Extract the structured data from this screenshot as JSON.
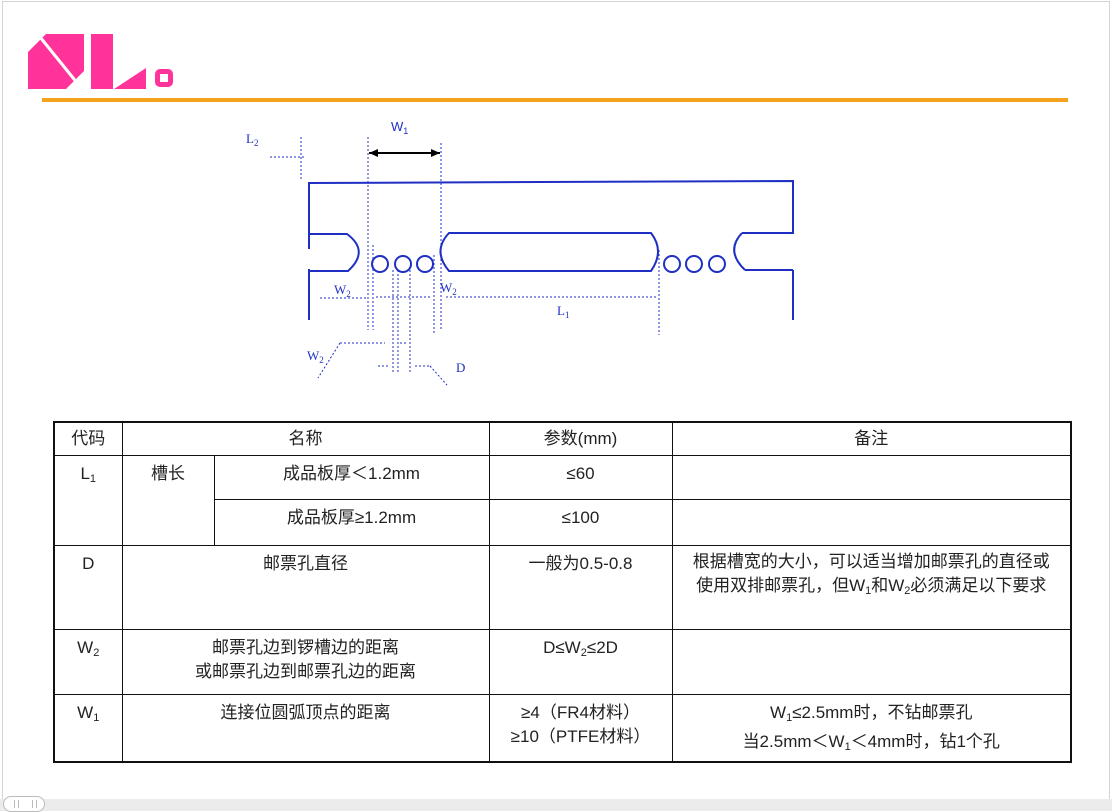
{
  "logo": {
    "text": "SL",
    "brand_color": "#ff3399",
    "rule_color": "#f2a21c"
  },
  "diagram": {
    "labels": {
      "w1": "W",
      "w1_sub": "1",
      "l2": "L",
      "l2_sub": "2",
      "w2a": "W",
      "w2a_sub": "2",
      "w2b": "W",
      "w2b_sub": "2",
      "w2c": "W",
      "w2c_sub": "2",
      "l1": "L",
      "l1_sub": "1",
      "d": "D"
    },
    "color": "#1f2fc4"
  },
  "table": {
    "headers": [
      "代码",
      "名称",
      "参数(mm)",
      "备注"
    ],
    "rows": [
      {
        "code": "L",
        "code_sub": "1",
        "name": "槽长",
        "sub1": "成品板厚＜1.2mm",
        "param1": "≤60",
        "sub2": "成品板厚≥1.2mm",
        "param2": "≤100"
      },
      {
        "code": "D",
        "name": "邮票孔直径",
        "param": "一般为0.5-0.8",
        "note_a": "根据槽宽的大小，可以适当增加邮票孔的直径或使用双排邮票孔，但W",
        "note_s1": "1",
        "note_b": "和W",
        "note_s2": "2",
        "note_c": "必须满足以下要求"
      },
      {
        "code": "W",
        "code_sub": "2",
        "name1": "邮票孔边到锣槽边的距离",
        "name2": "或邮票孔边到邮票孔边的距离",
        "param_a": "D≤W",
        "param_sub": "2",
        "param_b": "≤2D"
      },
      {
        "code": "W",
        "code_sub": "1",
        "name": "连接位圆弧顶点的距离",
        "param1": "≥4（FR4材料）",
        "param2": "≥10（PTFE材料）",
        "note1_a": "W",
        "note1_sub": "1",
        "note1_b": "≤2.5mm时，不钻邮票孔",
        "note2_a": "当2.5mm＜W",
        "note2_sub": "1",
        "note2_b": "＜4mm时，钻1个孔"
      }
    ]
  }
}
